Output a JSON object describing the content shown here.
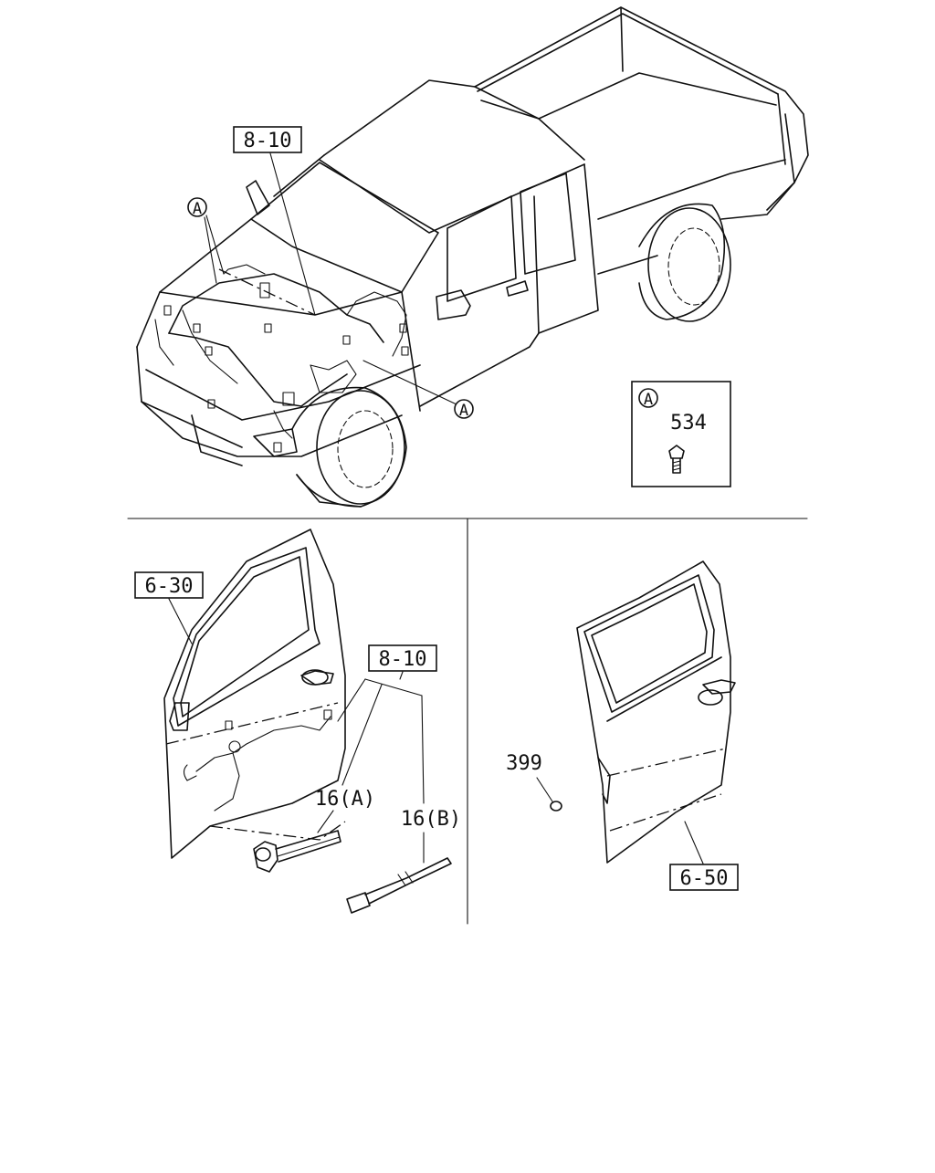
{
  "callouts": {
    "top_ref": "8-10",
    "callout_a_top": "A",
    "callout_a_right": "A",
    "inset_letter": "A",
    "inset_part": "534",
    "front_door_ref": "6-30",
    "door_harness_ref": "8-10",
    "part_16a": "16(A)",
    "part_16b": "16(B)",
    "part_399": "399",
    "rear_door_ref": "6-50"
  }
}
